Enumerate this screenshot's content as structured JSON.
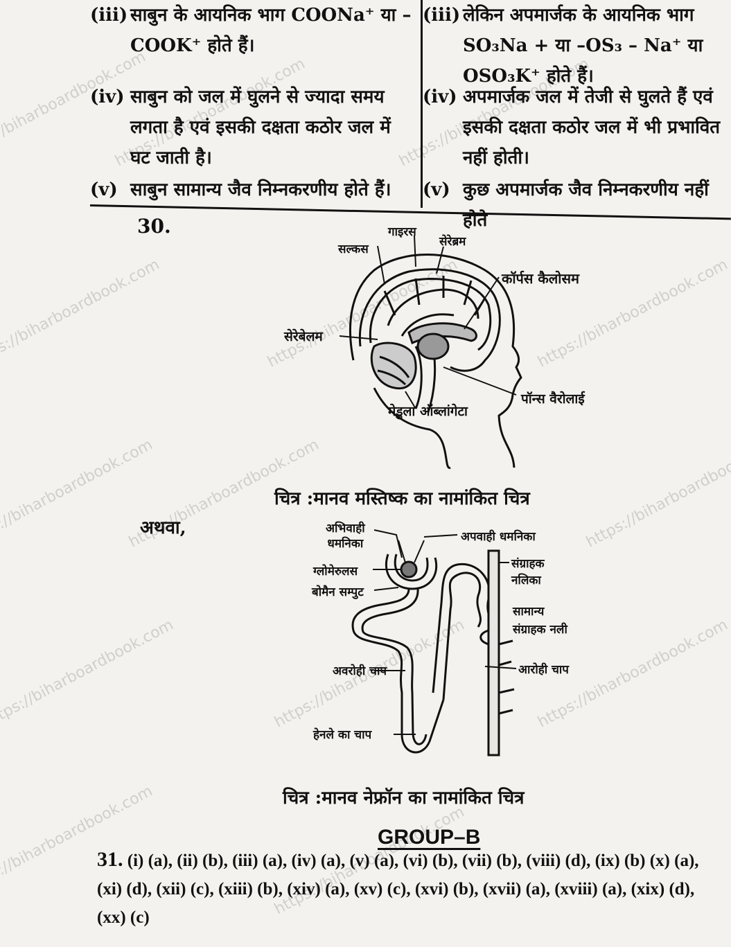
{
  "table": {
    "left": [
      {
        "num": "(iii)",
        "text": "साबुन के आयनिक भाग COONa⁺ या –COOK⁺ होते हैं।"
      },
      {
        "num": "(iv)",
        "text": "साबुन को जल में घुलने से ज्यादा समय लगता है एवं इसकी दक्षता कठोर जल में घट जाती है।"
      },
      {
        "num": "(v)",
        "text": "साबुन सामान्य जैव निम्नकरणीय होते हैं।"
      }
    ],
    "right": [
      {
        "num": "(iii)",
        "text": "लेकिन अपमार्जक के आयनिक भाग SO₃Na + या –OS₃ – Na⁺ या OSO₃K⁺ होते हैं।"
      },
      {
        "num": "(iv)",
        "text": "अपमार्जक जल में तेजी से घुलते हैं एवं इसकी दक्षता कठोर जल में भी प्रभावित नहीं होती।"
      },
      {
        "num": "(v)",
        "text": "कुछ अपमार्जक जैव निम्नकरणीय नहीं होते"
      }
    ]
  },
  "q30": {
    "number": "30.",
    "brain_labels": {
      "sulcus": "सल्कस",
      "gyrus": "गाइरस",
      "cerebrum": "सेरेब्रम",
      "corpus": "कॉर्पस कैलोसम",
      "cerebellum": "सेरेबेलम",
      "pons": "पॉन्स वैरोलाई",
      "medulla": "मेडुला ऑब्लांगेटा"
    },
    "brain_caption": "चित्र :मानव मस्तिष्क का नामांकित चित्र",
    "or": "अथवा,",
    "nephron_labels": {
      "afferent": "अभिवाही",
      "afferent2": "धमनिका",
      "efferent": "अपवाही धमनिका",
      "glomerulus": "ग्लोमेरुलस",
      "bowman": "बोमैन सम्पुट",
      "collecting": "संग्राहक",
      "collecting2": "नलिका",
      "common": "सामान्य",
      "common2": "संग्राहक नली",
      "descending": "अवरोही चाप",
      "ascending": "आरोही चाप",
      "henle": "हेनले का चाप"
    },
    "nephron_caption": "चित्र :मानव नेफ्रॉन का नामांकित चित्र"
  },
  "groupB": {
    "title": "GROUP–B",
    "q31_number": "31.",
    "q31_answers": " (i) (a), (ii) (b), (iii) (a), (iv) (a), (v) (a), (vi) (b), (vii) (b), (viii) (d), (ix) (b) (x) (a), (xi) (d), (xii) (c), (xiii) (b), (xiv) (a), (xv) (c), (xvi) (b), (xvii) (a), (xviii) (a), (xix) (d), (xx) (c)"
  },
  "watermark": "https://biharboardbook.com"
}
